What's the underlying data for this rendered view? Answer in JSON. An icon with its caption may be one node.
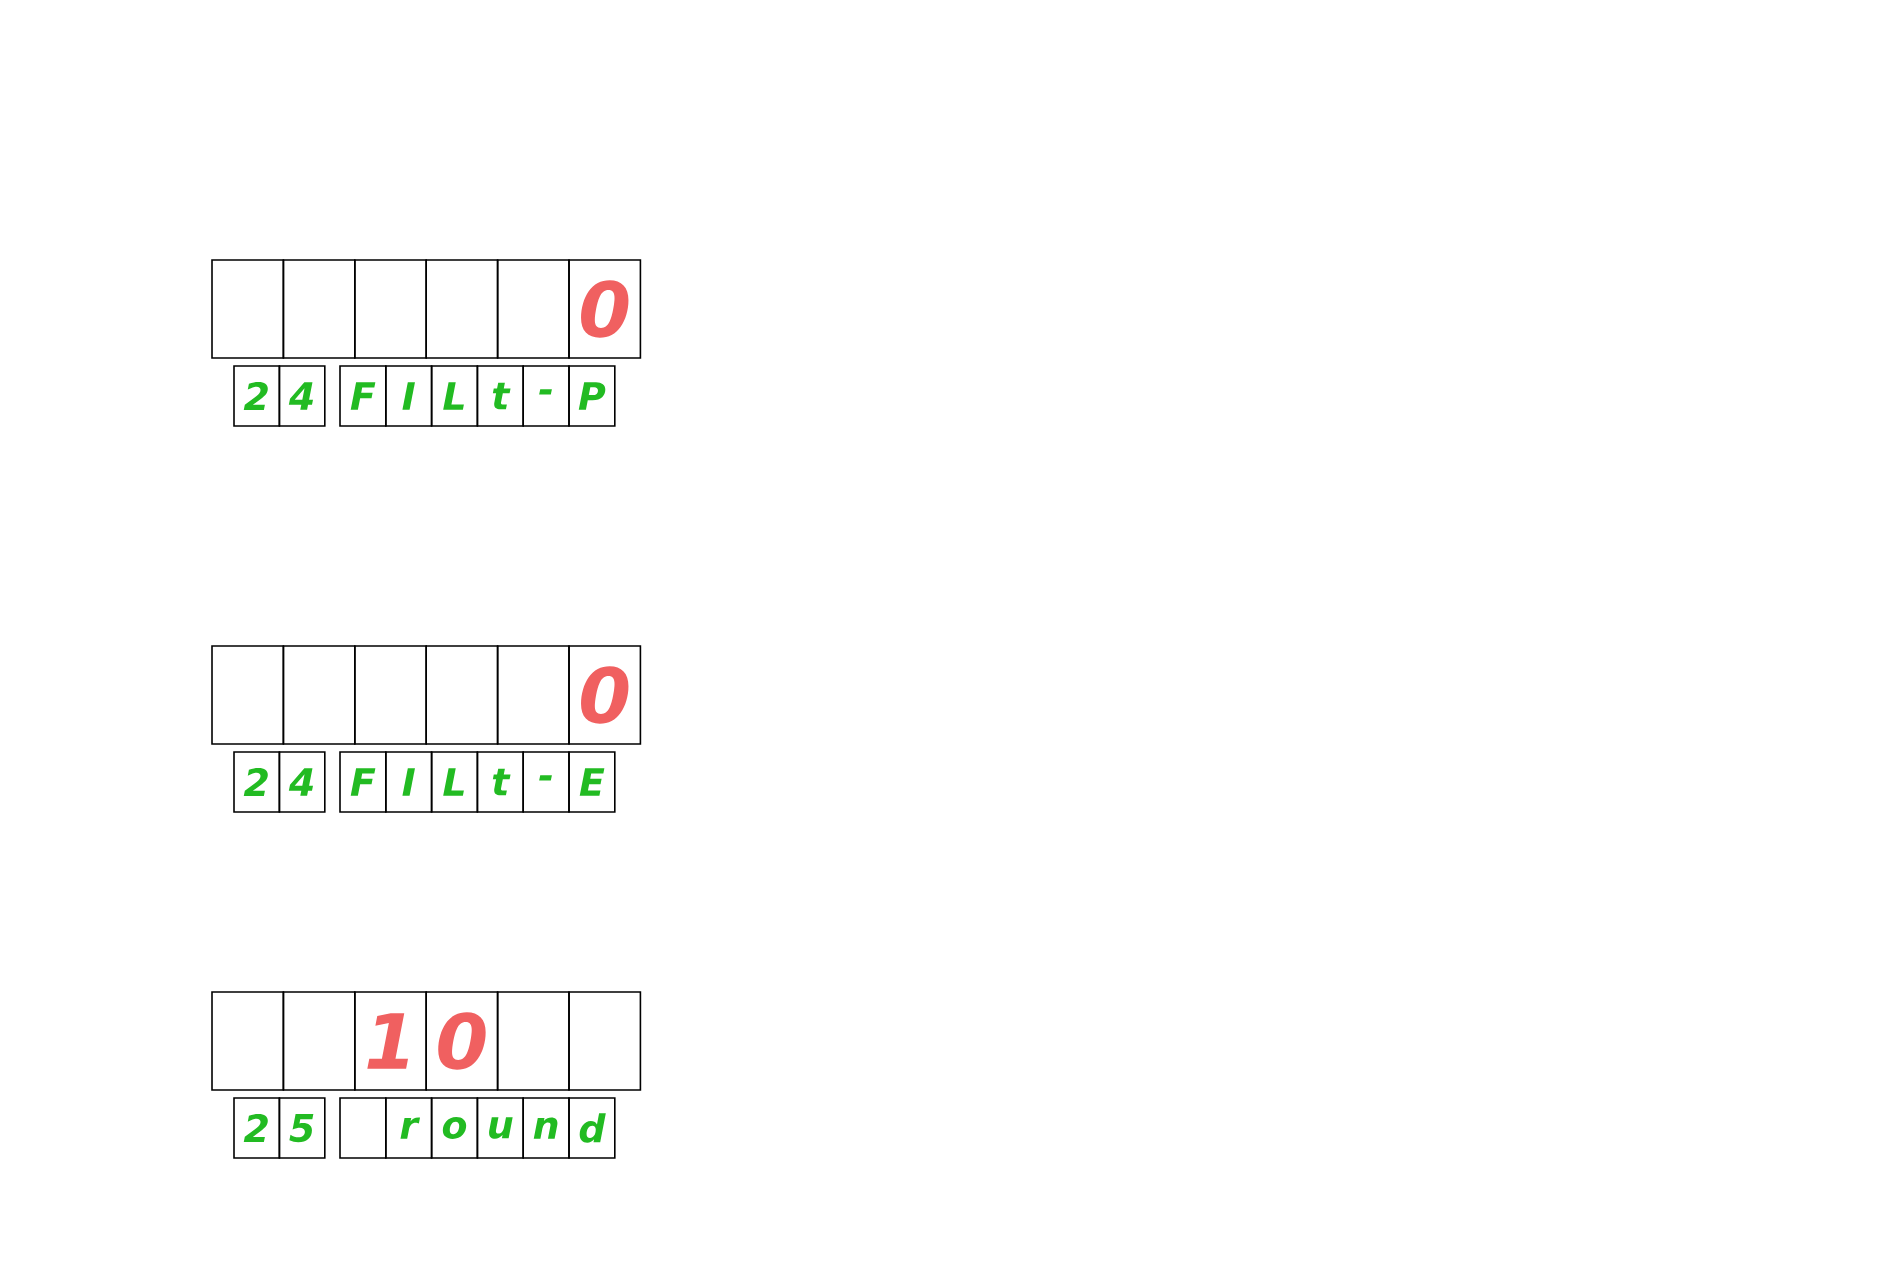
{
  "diagram": {
    "nodes": [
      {
        "text": [],
        "shape": "box"
      },
      {
        "text": [],
        "shape": "box"
      },
      {
        "text": [],
        "shape": "box"
      },
      {
        "text": [],
        "shape": "box"
      },
      {
        "text": [],
        "shape": "box"
      },
      {
        "text": [
          "0"
        ]
      },
      {
        "text": [
          "2"
        ]
      },
      {
        "text": [
          "4"
        ]
      },
      {
        "text": [
          "F"
        ]
      },
      {
        "text": [
          "I"
        ]
      },
      {
        "text": [
          "L"
        ]
      },
      {
        "text": [
          "t"
        ]
      },
      {
        "text": [
          "-"
        ]
      },
      {
        "text": [
          "P"
        ]
      },
      {
        "text": [],
        "shape": "box"
      },
      {
        "text": [],
        "shape": "box"
      },
      {
        "text": [],
        "shape": "box"
      },
      {
        "text": [],
        "shape": "box"
      },
      {
        "text": [],
        "shape": "box"
      },
      {
        "text": [
          "0"
        ]
      },
      {
        "text": [
          "2"
        ]
      },
      {
        "text": [
          "4"
        ]
      },
      {
        "text": [
          "F"
        ]
      },
      {
        "text": [
          "I"
        ]
      },
      {
        "text": [
          "L"
        ]
      },
      {
        "text": [
          "t"
        ]
      },
      {
        "text": [
          "-"
        ]
      },
      {
        "text": [
          "E"
        ]
      },
      {
        "text": [],
        "shape": "box"
      },
      {
        "text": [],
        "shape": "box"
      },
      {
        "text": [
          "1"
        ]
      },
      {
        "text": [
          "0"
        ]
      },
      {
        "text": [],
        "shape": "box"
      },
      {
        "text": [],
        "shape": "box"
      },
      {
        "text": [
          "2"
        ]
      },
      {
        "text": [
          "5"
        ]
      },
      {
        "text": [],
        "shape": "box"
      },
      {
        "text": [
          "r"
        ]
      },
      {
        "text": [
          "o"
        ]
      },
      {
        "text": [
          "u"
        ]
      },
      {
        "text": [
          "n"
        ]
      },
      {
        "text": [
          "d"
        ]
      }
    ]
  }
}
